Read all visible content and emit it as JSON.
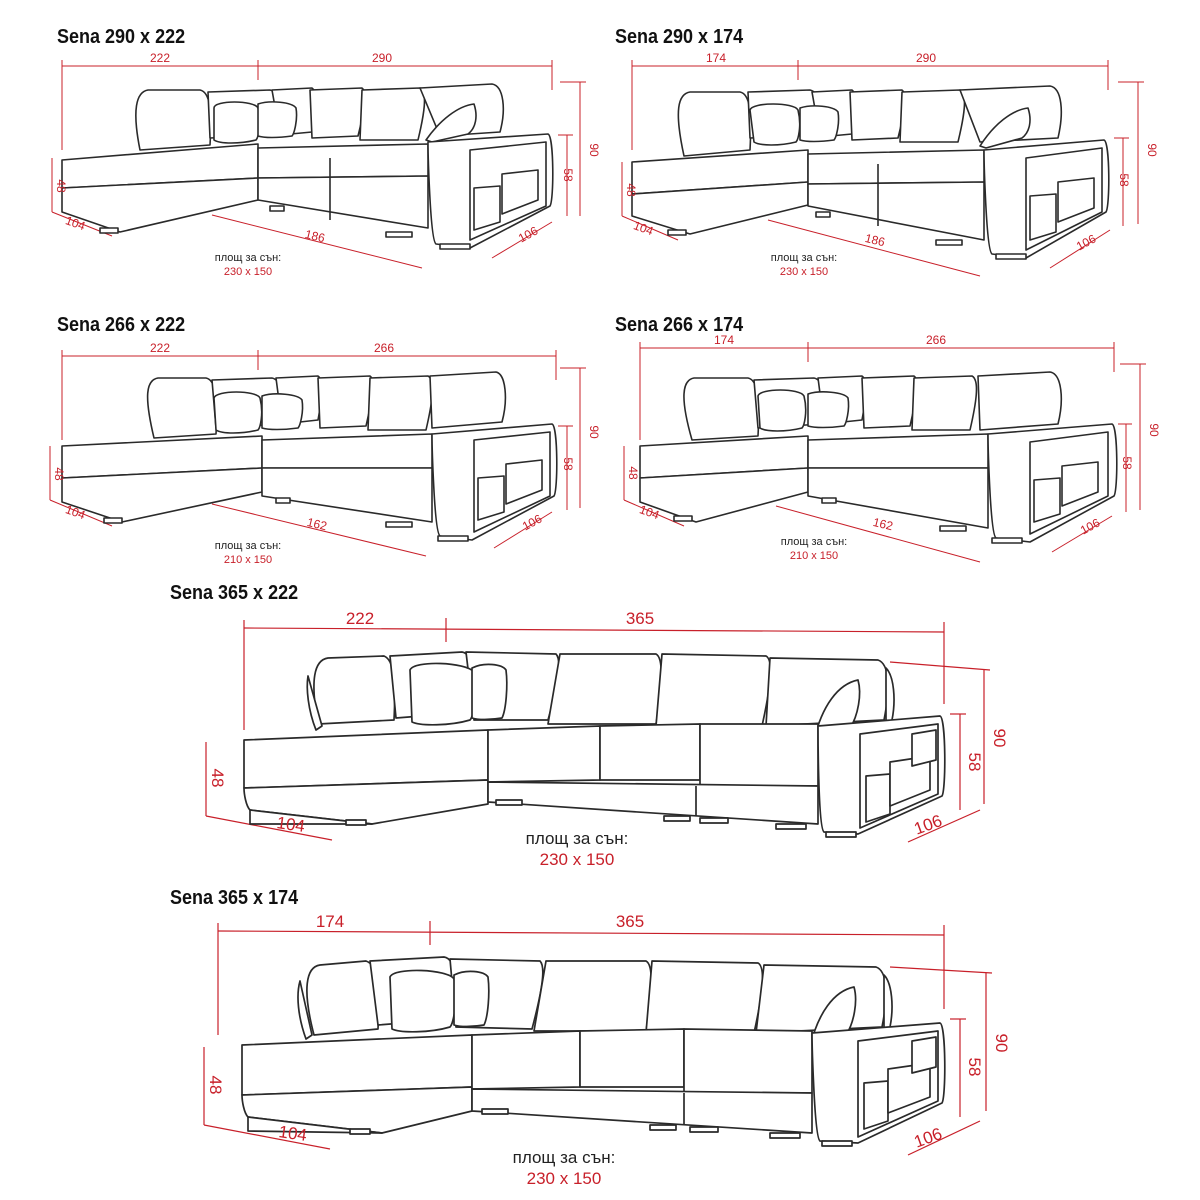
{
  "sleep_label": "площ за сън:",
  "panels": [
    {
      "title": "Sena 290 x 222",
      "d_left": "222",
      "d_right": "290",
      "d_h": "90",
      "d_seat": "58",
      "d_low": "48",
      "d_dep": "104",
      "d_mid": "186",
      "d_arm": "106",
      "sleep": "230 x 150"
    },
    {
      "title": "Sena 290 x 174",
      "d_left": "174",
      "d_right": "290",
      "d_h": "90",
      "d_seat": "58",
      "d_low": "48",
      "d_dep": "104",
      "d_mid": "186",
      "d_arm": "106",
      "sleep": "230 x 150"
    },
    {
      "title": "Sena 266 x 222",
      "d_left": "222",
      "d_right": "266",
      "d_h": "90",
      "d_seat": "58",
      "d_low": "48",
      "d_dep": "104",
      "d_mid": "162",
      "d_arm": "106",
      "sleep": "210 x 150"
    },
    {
      "title": "Sena 266 x 174",
      "d_left": "174",
      "d_right": "266",
      "d_h": "90",
      "d_seat": "58",
      "d_low": "48",
      "d_dep": "104",
      "d_mid": "162",
      "d_arm": "106",
      "sleep": "210 x 150"
    },
    {
      "title": "Sena 365 x 222",
      "d_left": "222",
      "d_right": "365",
      "d_h": "90",
      "d_seat": "58",
      "d_low": "48",
      "d_dep": "104",
      "d_arm": "106",
      "sleep": "230 x 150"
    },
    {
      "title": "Sena 365 x 174",
      "d_left": "174",
      "d_right": "365",
      "d_h": "90",
      "d_seat": "58",
      "d_low": "48",
      "d_dep": "104",
      "d_arm": "106",
      "sleep": "230 x 150"
    }
  ],
  "colors": {
    "dimension": "#c8202a",
    "outline": "#2a2a2a",
    "text": "#111111"
  }
}
